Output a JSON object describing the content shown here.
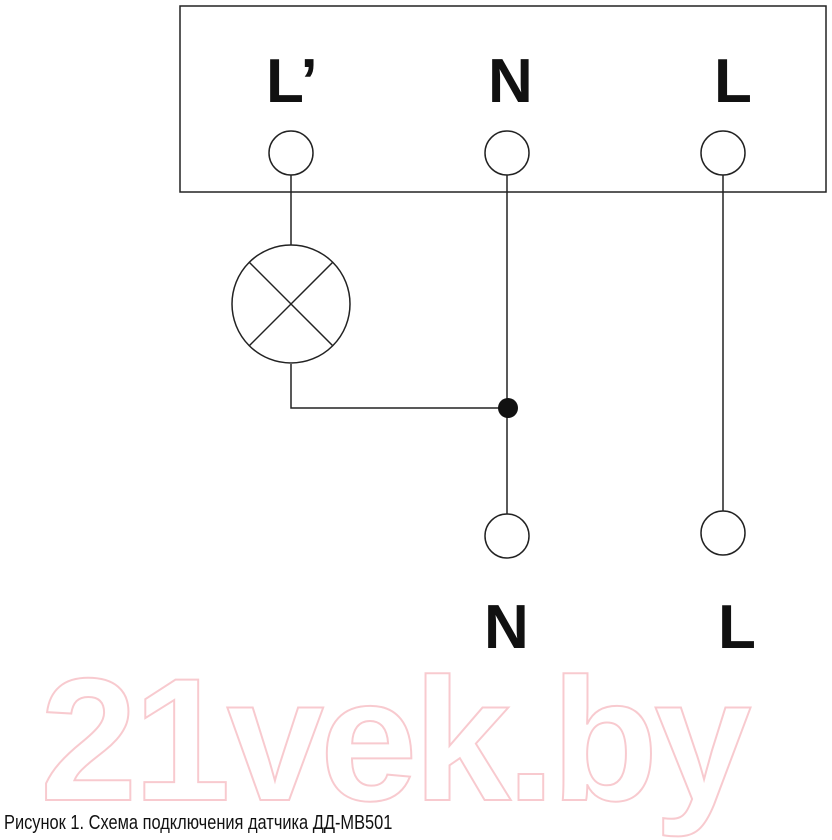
{
  "terminal_block": {
    "labels": [
      "L’",
      "N",
      "L"
    ]
  },
  "output_terminals": {
    "labels": [
      "N",
      "L"
    ]
  },
  "caption": "Рисунок 1. Схема подключения датчика ДД-МВ501",
  "watermark": "21vek.by",
  "colors": {
    "line": "#222222",
    "watermark_stroke": "#f3a0a8"
  }
}
